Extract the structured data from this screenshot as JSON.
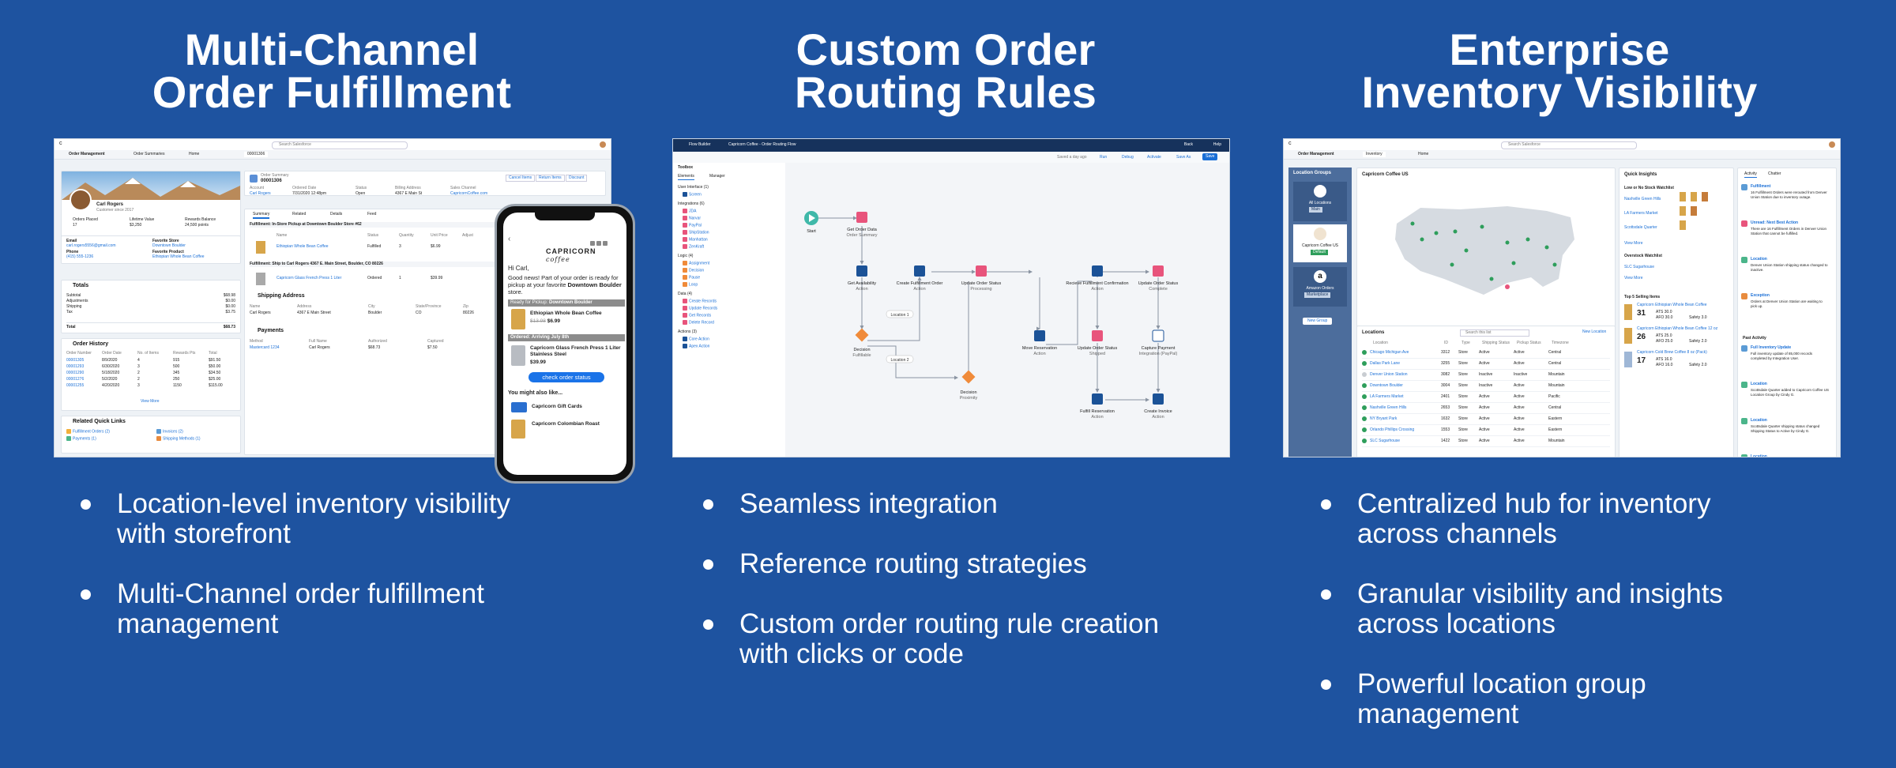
{
  "columns": [
    {
      "title_line1": "Multi-Channel",
      "title_line2": "Order Fulfillment",
      "bullets": [
        {
          "line1": "Location-level inventory visibility",
          "line2": "with storefront"
        },
        {
          "line1": "Multi-Channel order fulfillment",
          "line2": "management"
        }
      ]
    },
    {
      "title_line1": "Custom Order",
      "title_line2": "Routing Rules",
      "bullets": [
        {
          "line1": "Seamless integration",
          "line2": ""
        },
        {
          "line1": "Reference routing strategies",
          "line2": ""
        },
        {
          "line1": "Custom order routing rule creation",
          "line2": "with clicks or code"
        }
      ]
    },
    {
      "title_line1": "Enterprise",
      "title_line2": "Inventory Visibility",
      "bullets": [
        {
          "line1": "Centralized hub for inventory",
          "line2": "across channels"
        },
        {
          "line1": "Granular visibility and insights",
          "line2": "across locations"
        },
        {
          "line1": "Powerful location group",
          "line2": "management"
        }
      ]
    }
  ],
  "shot1": {
    "search_placeholder": "Search Salesforce",
    "app_name": "Order Management",
    "tabs": [
      "Order Summaries",
      "Home",
      "00001306"
    ],
    "customer_name": "Carl Rogers",
    "customer_since": "Customer since 2017",
    "stats": [
      {
        "label": "Orders Placed",
        "value": "17"
      },
      {
        "label": "Lifetime Value",
        "value": "$3,250"
      },
      {
        "label": "Rewards Balance",
        "value": "24,500 points"
      }
    ],
    "email_label": "Email",
    "email": "carl.rogers5556@gmail.com",
    "phone_label": "Phone",
    "phone": "(415) 555-1236",
    "fav_store_label": "Favorite Store",
    "fav_store": "Downtown Boulder",
    "fav_product_label": "Favorite Product",
    "fav_product": "Ethiopian Whole Bean Coffee",
    "totals_title": "Totals",
    "totals": [
      {
        "label": "Subtotal",
        "value": "$68.98"
      },
      {
        "label": "Adjustments",
        "value": "$0.00"
      },
      {
        "label": "Shipping",
        "value": "$0.00"
      },
      {
        "label": "Tax",
        "value": "$3.75"
      },
      {
        "label": "Total",
        "value": "$68.73"
      }
    ],
    "history_title": "Order History",
    "history_headers": [
      "Order Number",
      "Order Date",
      "No. of Items",
      "Rewards Pts",
      "Total"
    ],
    "history_rows": [
      [
        "00001305",
        "8/9/2020",
        "4",
        "915",
        "$91.50"
      ],
      [
        "00001293",
        "6/30/2020",
        "3",
        "500",
        "$50.00"
      ],
      [
        "00001290",
        "5/18/2020",
        "2",
        "345",
        "$34.50"
      ],
      [
        "00001276",
        "5/2/2020",
        "2",
        "250",
        "$25.00"
      ],
      [
        "00001255",
        "4/20/2020",
        "3",
        "1150",
        "$115.00"
      ]
    ],
    "view_more": "View More",
    "quicklinks_title": "Related Quick Links",
    "quicklinks": [
      "Fulfillment Orders (2)",
      "Invoices (2)",
      "Payments (1)",
      "Shipping Methods (1)"
    ],
    "order_summary_label": "Order Summary",
    "order_number": "00001306",
    "header_actions": [
      "Cancel Items",
      "Return Items",
      "Discount"
    ],
    "meta": [
      {
        "label": "Account",
        "value": "Carl Rogers"
      },
      {
        "label": "Ordered Date",
        "value": "7/31/2020 12:48pm"
      },
      {
        "label": "Status",
        "value": "Open"
      },
      {
        "label": "Billing Address",
        "value": "4367 E Main St"
      },
      {
        "label": "Sales Channel",
        "value": "CapricornCoffee.com"
      }
    ],
    "detail_tabs": [
      "Summary",
      "Related",
      "Details",
      "Feed"
    ],
    "fulfillment1": "Fulfillment: In-Store Pickup at Downtown Boulder Store #62",
    "item_headers": [
      "Name",
      "Status",
      "Quantity",
      "Unit Price",
      "Adjust"
    ],
    "item1": {
      "name": "Ethiopian Whole Bean Coffee",
      "status": "Fulfilled",
      "qty": "3",
      "price": "$6.99"
    },
    "fulfillment2": "Fulfillment: Ship to Carl Rogers 4367 E. Main Street, Boulder, CO 80226",
    "item2": {
      "name": "Capricorn Glass French Press 1 Liter",
      "status": "Ordered",
      "qty": "1",
      "price": "$39.99"
    },
    "shipping_title": "Shipping Address",
    "ship_headers": [
      "Name",
      "Address",
      "City",
      "State/Province",
      "Zip"
    ],
    "ship_row": [
      "Carl Rogers",
      "4367 E Main Street",
      "Boulder",
      "CO",
      "80226"
    ],
    "payments_title": "Payments",
    "pay_headers": [
      "Method",
      "Full Name",
      "Authorized",
      "Captured"
    ],
    "pay_row": [
      "Mastercard 1234",
      "Carl Rogers",
      "$68.73",
      "$7.50"
    ]
  },
  "phone": {
    "brand": "CAPRICORN",
    "brand_sub": "coffee",
    "greeting": "Hi Carl,",
    "message_pre": "Good news! Part of your order is ready for pickup at your favorite ",
    "message_bold": "Downtown Boulder",
    "message_post": " store.",
    "ready_label": "Ready for Pickup: ",
    "ready_store": "Downtown Boulder",
    "item1_name": "Ethiopian Whole Bean Coffee",
    "item1_old": "$13.98",
    "item1_price": "$6.99",
    "ordered_label": "Ordered: Arriving July 8th",
    "item2_name": "Capricorn Glass French Press 1 Liter Stainless Steel",
    "item2_price": "$39.99",
    "button": "check order status",
    "might_like": "You might also like...",
    "rec1": "Capricorn Gift Cards",
    "rec2": "Capricorn Colombian Roast"
  },
  "shot2": {
    "app": "Flow Builder",
    "flow_name": "Capricorn Coffee - Order Routing Flow",
    "back": "Back",
    "help": "Help",
    "saved_text": "Saved a day ago",
    "toolbar": [
      "Run",
      "Debug",
      "Activate",
      "Save As",
      "Save"
    ],
    "toolbox": "Toolbox",
    "panel_tabs": [
      "Elements",
      "Manager"
    ],
    "sections": [
      {
        "title": "User Interface (1)",
        "items": [
          "Screen"
        ]
      },
      {
        "title": "Integrations (6)",
        "items": [
          "JDA",
          "Narvar",
          "PayPal",
          "ShipStation",
          "Manhattan",
          "ZenKraft"
        ]
      },
      {
        "title": "Logic (4)",
        "items": [
          "Assignment",
          "Decision",
          "Pause",
          "Loop"
        ]
      },
      {
        "title": "Data (4)",
        "items": [
          "Create Records",
          "Update Records",
          "Get Records",
          "Delete Record"
        ]
      },
      {
        "title": "Actions (3)",
        "items": [
          "Core Action",
          "Apex Action"
        ]
      }
    ],
    "nodes": [
      {
        "label": "Start",
        "sub": ""
      },
      {
        "label": "Get Order Data",
        "sub": "Order Summary"
      },
      {
        "label": "Get Availability",
        "sub": "Action"
      },
      {
        "label": "Create Fulfillment Order",
        "sub": "Action"
      },
      {
        "label": "Update Order Status",
        "sub": "Processing"
      },
      {
        "label": "Recieve Fulfillment Confirmation",
        "sub": "Action"
      },
      {
        "label": "Update Order Status",
        "sub": "Complete"
      },
      {
        "label": "Decision",
        "sub": "Fulfillable"
      },
      {
        "label": "Decision",
        "sub": "Proximity"
      },
      {
        "label": "Move Reservation",
        "sub": "Action"
      },
      {
        "label": "Update Order Status",
        "sub": "Shipped"
      },
      {
        "label": "Capture Payment",
        "sub": "Integration (PayPal)"
      },
      {
        "label": "Fulfill Reservation",
        "sub": "Action"
      },
      {
        "label": "Create Invoice",
        "sub": "Action"
      }
    ],
    "edge_labels": [
      "Location 1",
      "Location 2"
    ]
  },
  "shot3": {
    "search_placeholder": "Search Salesforce",
    "app_name": "Order Management",
    "tabs": [
      "Inventory",
      "Home"
    ],
    "location_groups_title": "Location Groups",
    "groups": [
      {
        "name": "All Locations",
        "badge": "Main"
      },
      {
        "name": "Capricorn Coffee US",
        "badge": "Default"
      },
      {
        "name": "Amazon Orders",
        "badge": "Marketplace"
      }
    ],
    "new_group": "New Group",
    "map_title": "Capricorn Coffee US",
    "locations_title": "Locations",
    "search_loc": "Search this list",
    "new_location": "New Location",
    "loc_headers": [
      "Location",
      "ID",
      "Type",
      "Shipping Status",
      "Pickup Status",
      "Timezone"
    ],
    "loc_rows": [
      [
        "Chicago Michigan Ave",
        "3312",
        "Store",
        "Active",
        "Active",
        "Central"
      ],
      [
        "Dallas Park Lane",
        "3255",
        "Store",
        "Active",
        "Active",
        "Central"
      ],
      [
        "Denver Union Station",
        "3082",
        "Store",
        "Inactive",
        "Inactive",
        "Mountain"
      ],
      [
        "Downtown Boulder",
        "3004",
        "Store",
        "Inactive",
        "Active",
        "Mountain"
      ],
      [
        "LA Farmers Market",
        "2401",
        "Store",
        "Active",
        "Active",
        "Pacific"
      ],
      [
        "Nashville Green Hills",
        "2653",
        "Store",
        "Active",
        "Active",
        "Central"
      ],
      [
        "NY Bryant Park",
        "1632",
        "Store",
        "Active",
        "Active",
        "Eastern"
      ],
      [
        "Orlando Phillips Crossing",
        "1553",
        "Store",
        "Active",
        "Active",
        "Eastern"
      ],
      [
        "SLC Sugarhouse",
        "1422",
        "Store",
        "Active",
        "Active",
        "Mountain"
      ]
    ],
    "insights_title": "Quick Insights",
    "low_stock": "Low or No Stock Watchlist",
    "low_stock_stores": [
      "Nashville Green Hills",
      "LA Farmers Market",
      "Scottsdale Quarter"
    ],
    "overstock": "Overstock Watchlist",
    "overstock_store": "SLC Sugarhouse",
    "view_more": "View More",
    "top_selling": "Top 5 Selling Items",
    "top_items": [
      {
        "name": "Capricorn Ethiopian Whole Bean Coffee",
        "count": "31",
        "ats": "ATS 30.0",
        "afo": "AFO 30.0",
        "avail": "Safety 3.0"
      },
      {
        "name": "Capricorn Ethiopian Whole Bean Coffee 12 oz",
        "count": "26",
        "ats": "ATS 25.0",
        "afo": "AFO 25.0",
        "avail": "Safety 2.0"
      },
      {
        "name": "Capricorn Cold Brew Coffee 8 oz (Pack)",
        "count": "17",
        "ats": "ATS 16.0",
        "afo": "AFO 16.0",
        "avail": "Safety 2.0"
      }
    ],
    "activity_tabs": [
      "Activity",
      "Chatter"
    ],
    "activity": [
      {
        "title": "Fulfillment",
        "text": "16 Fulfillment Orders were rerouted from Denver Union Station due to inventory outage."
      },
      {
        "title": "Unread: Next Best Action",
        "text": "There are 16 Fulfillment Orders in Denver Union Station that cannot be fulfilled."
      },
      {
        "title": "Location",
        "text": "Denver Union Station shipping status changed to inactive."
      },
      {
        "title": "Exception",
        "text": "Orders at Denver Union Station are waiting to pick up."
      }
    ],
    "past_activity": "Past Activity",
    "past": [
      {
        "title": "Full Inventory Update",
        "text": "Full inventory update of 85,000 records completed by Integration User."
      },
      {
        "title": "Location",
        "text": "Scottsdale Quarter added to Capricorn Coffee US Location Group by Cindy G."
      },
      {
        "title": "Location",
        "text": "Scottsdale Quarter shipping status changed Shipping Status to Active by Cindy G."
      },
      {
        "title": "Location",
        "text": ""
      }
    ]
  },
  "colors": {
    "background": "#1e53a0",
    "accent": "#1a6fd6",
    "flow_dark": "#16325c",
    "pink_node": "#e8547c",
    "blue_node": "#1b5297",
    "orange_node": "#f08b3a",
    "teal_node": "#3fb8a9",
    "green_dot": "#2e9e5b"
  }
}
